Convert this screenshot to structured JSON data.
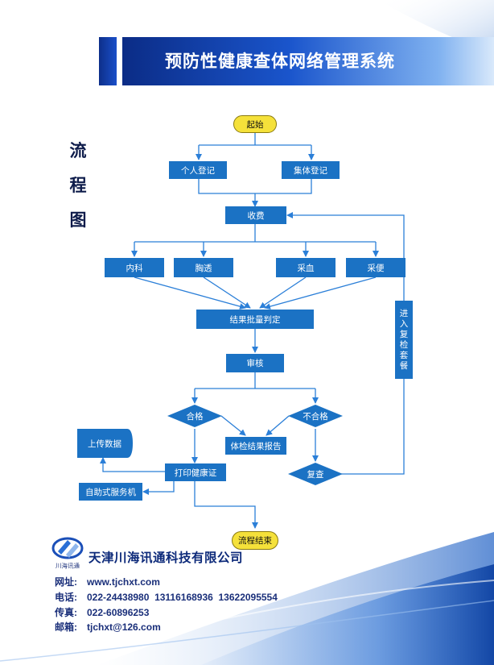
{
  "header": {
    "title": "预防性健康查体网络管理系统"
  },
  "side_caption": [
    "流",
    "程",
    "图"
  ],
  "flow": {
    "start": "起始",
    "personal_register": "个人登记",
    "group_register": "集体登记",
    "fee": "收费",
    "internal_medicine": "内科",
    "chest_xray": "胸透",
    "blood_draw": "采血",
    "stool_sample": "采便",
    "batch_judgment": "结果批量判定",
    "review": "审核",
    "qualified": "合格",
    "unqualified": "不合格",
    "report": "体检结果报告",
    "upload": "上传数据",
    "print_cert": "打印健康证",
    "self_service": "自助式服务机",
    "recheck": "复查",
    "enter_recheck": [
      "进",
      "入",
      "复",
      "检",
      "套",
      "餐"
    ],
    "end": "流程结束"
  },
  "company": {
    "name": "天津川海讯通科技有限公司",
    "website_label": "网址:",
    "website": "www.tjchxt.com",
    "phone_label": "电话:",
    "phone": "022-24438980  13116168936  13622095554",
    "fax_label": "传真:",
    "fax": "022-60896253",
    "email_label": "邮箱:",
    "email": "tjchxt@126.com",
    "logo_text": "川海讯通"
  },
  "colors": {
    "node_blue": "#1b72c4",
    "line_blue": "#2b7fd8",
    "terminal_yellow": "#f5e13a",
    "banner_dark": "#0b2c86"
  }
}
